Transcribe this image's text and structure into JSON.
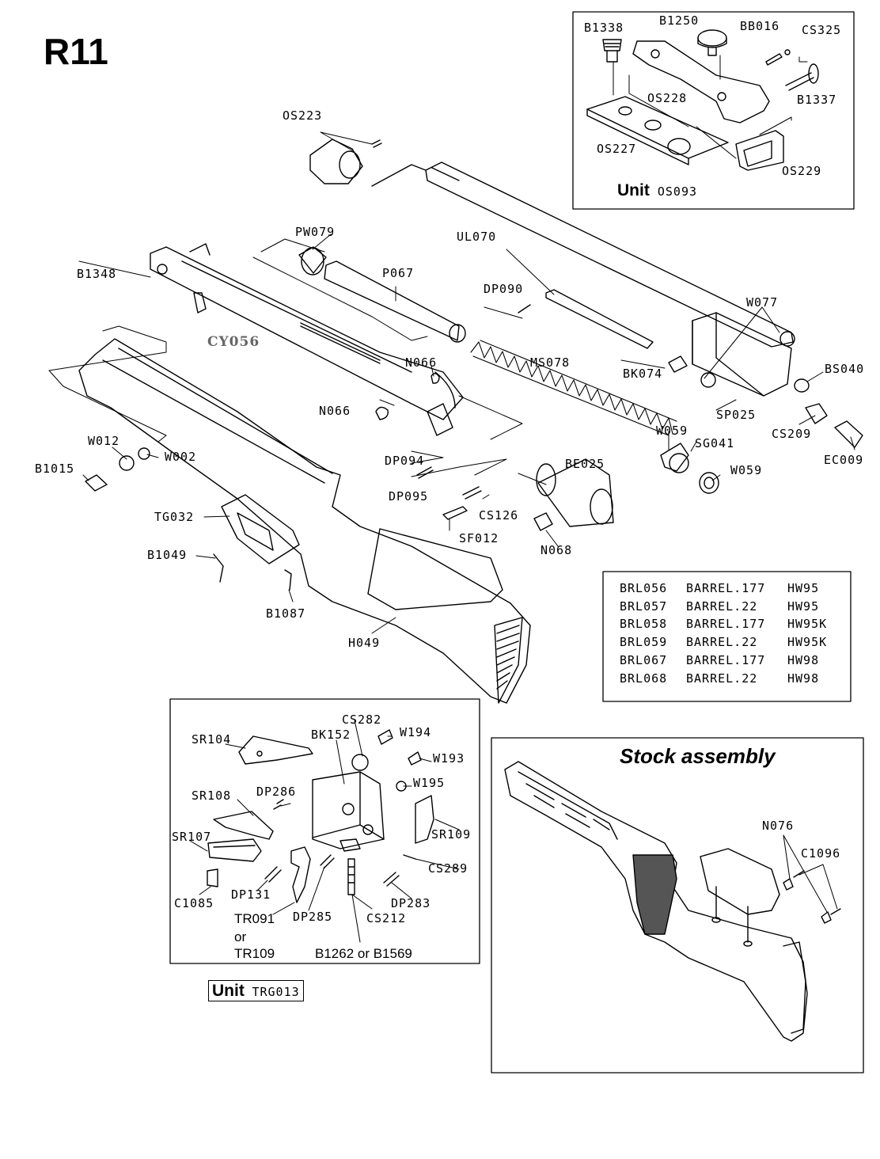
{
  "title": "R11",
  "sight_unit": {
    "unit_word": "Unit",
    "unit_code": "OS093",
    "parts": [
      "B1338",
      "B1250",
      "BB016",
      "CS325",
      "OS228",
      "B1337",
      "OS227",
      "OS229"
    ]
  },
  "main_parts": [
    "OS223",
    "PW079",
    "UL070",
    "B1348",
    "P067",
    "DP090",
    "W077",
    "CY056",
    "N066",
    "BK074",
    "BS040",
    "MS078",
    "N066",
    "SP025",
    "CS209",
    "W059",
    "SG041",
    "EC009",
    "W012",
    "W002",
    "B1015",
    "DP094",
    "BE025",
    "W059",
    "DP095",
    "CS126",
    "TG032",
    "SF012",
    "N068",
    "B1049",
    "B1087",
    "H049"
  ],
  "barrel_table": [
    {
      "code": "BRL056",
      "name": "BARREL.177",
      "model": "HW95"
    },
    {
      "code": "BRL057",
      "name": "BARREL.22",
      "model": "HW95"
    },
    {
      "code": "BRL058",
      "name": "BARREL.177",
      "model": "HW95K"
    },
    {
      "code": "BRL059",
      "name": "BARREL.22",
      "model": "HW95K"
    },
    {
      "code": "BRL067",
      "name": "BARREL.177",
      "model": "HW98"
    },
    {
      "code": "BRL068",
      "name": "BARREL.22",
      "model": "HW98"
    }
  ],
  "trigger_unit": {
    "unit_word": "Unit",
    "unit_code": "TRG013",
    "parts": [
      "CS282",
      "W194",
      "SR104",
      "BK152",
      "W193",
      "W195",
      "SR108",
      "DP286",
      "SR109",
      "SR107",
      "CS289",
      "C1085",
      "DP131",
      "DP283",
      "TR091",
      "DP285",
      "CS212",
      "or",
      "TR109",
      "B1262 or B1569"
    ]
  },
  "stock_assembly": {
    "title": "Stock assembly",
    "parts": [
      "N076",
      "C1096"
    ]
  }
}
